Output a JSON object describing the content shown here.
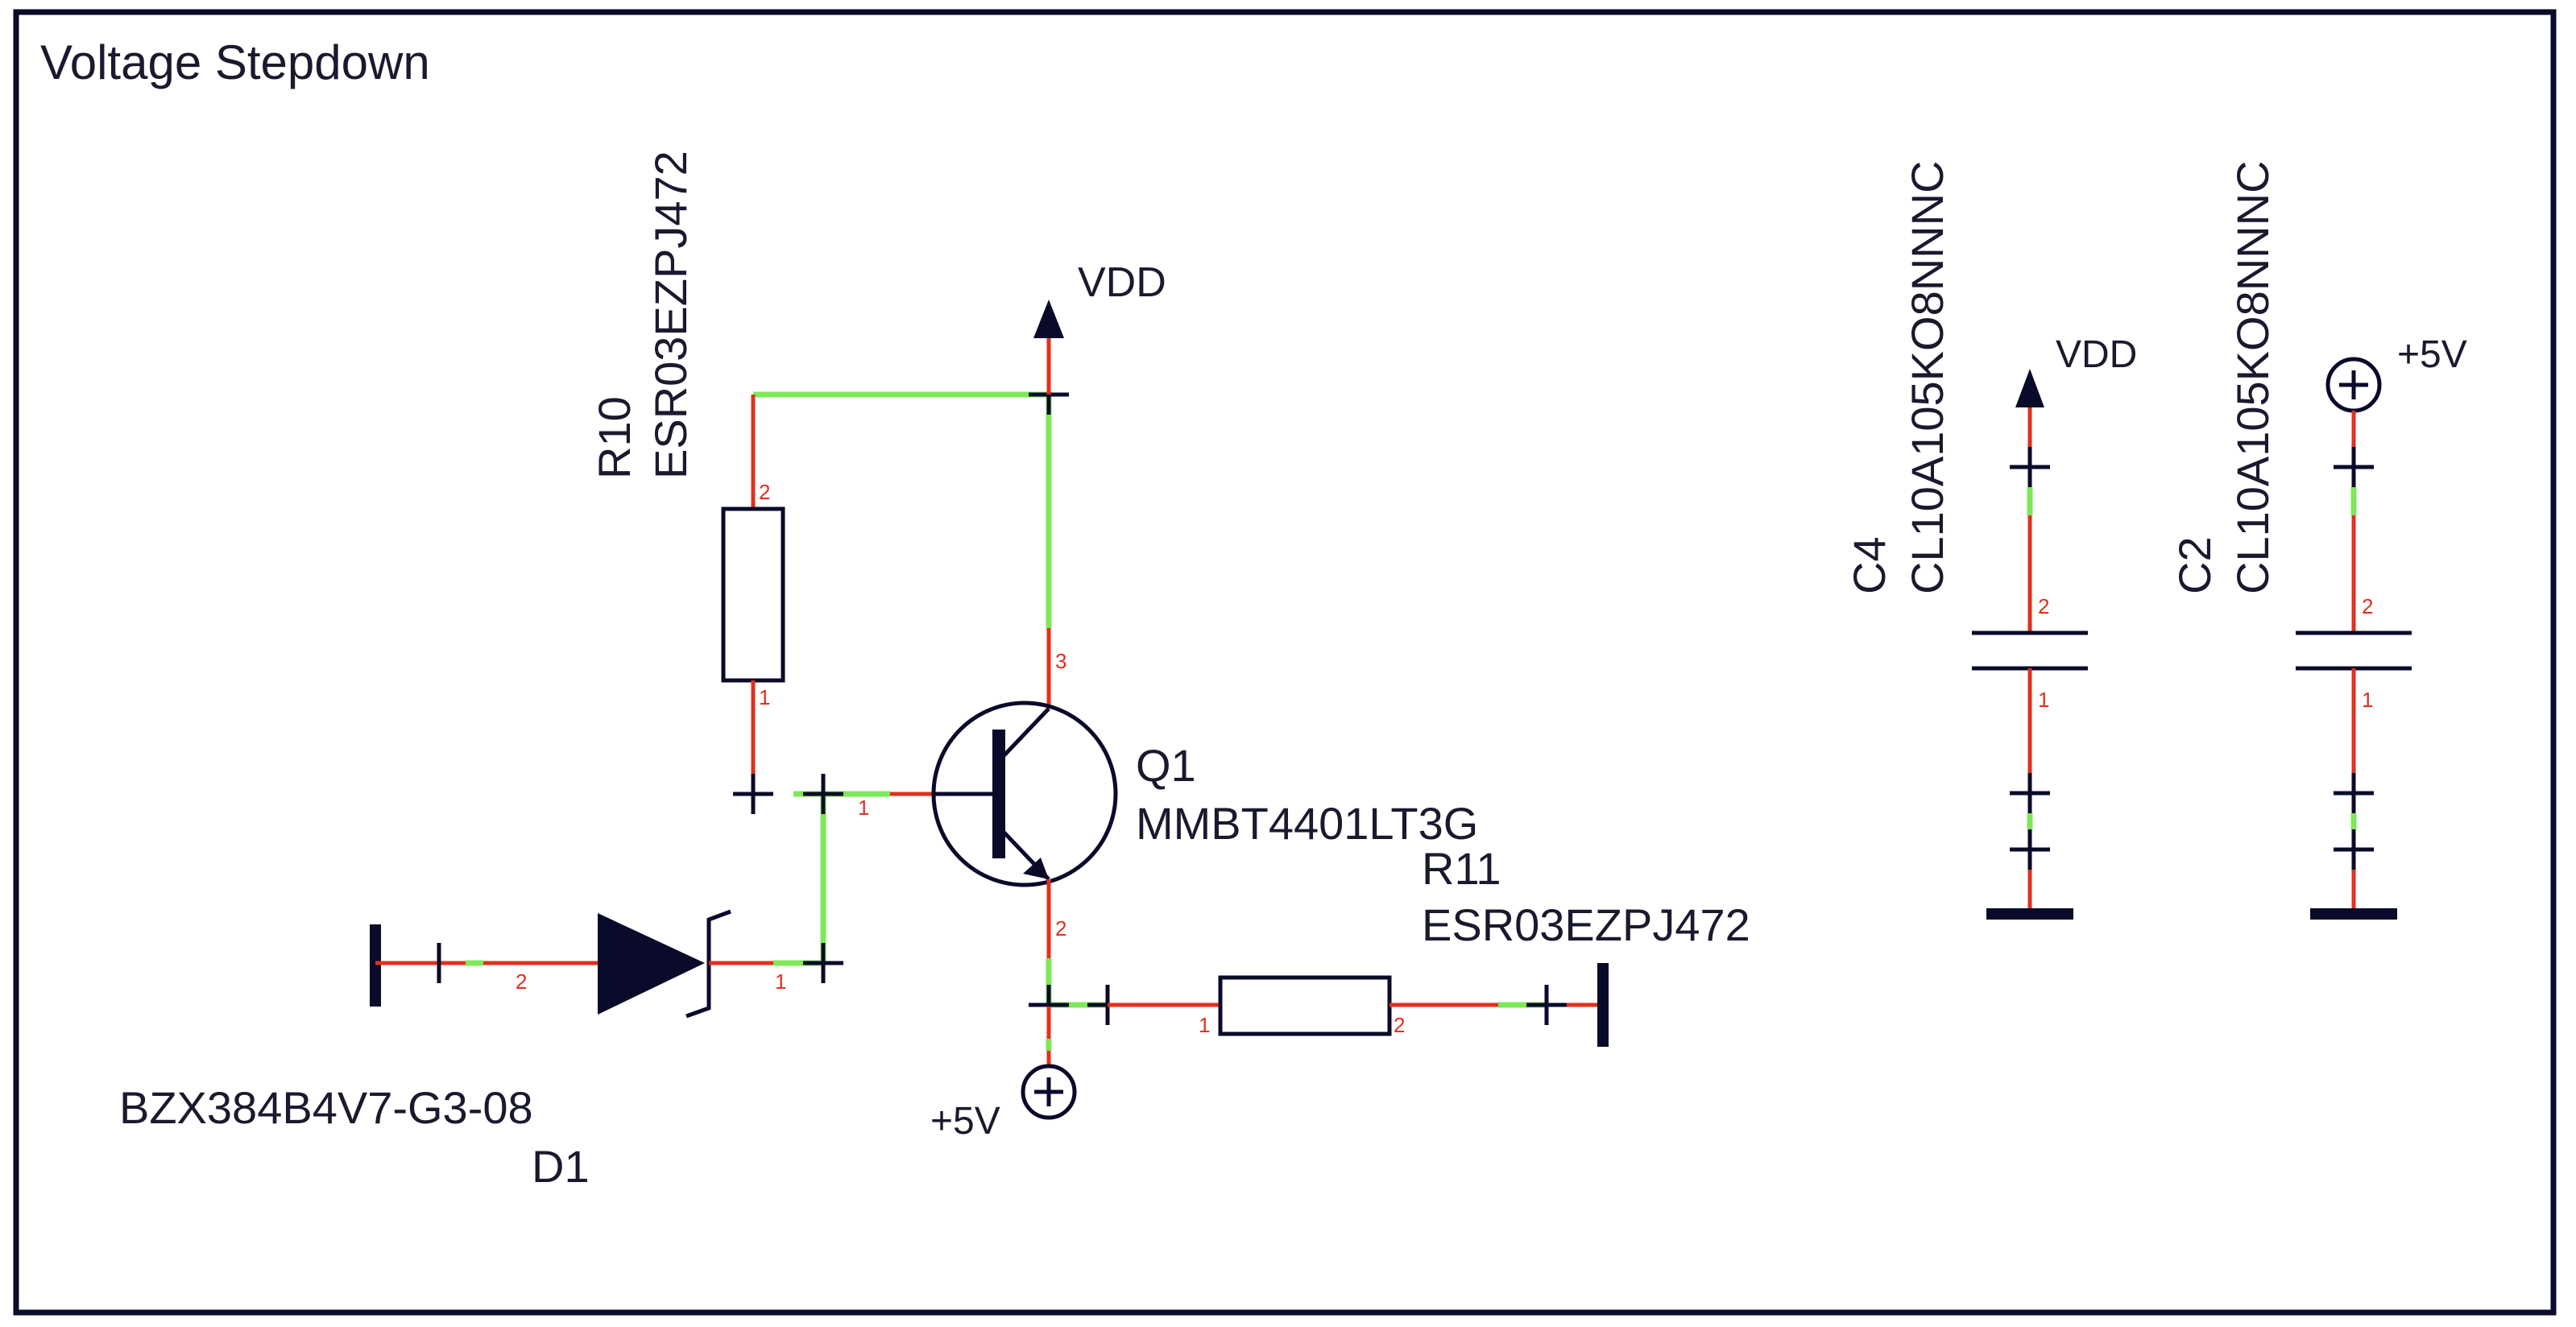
{
  "sheet": {
    "title": "Voltage Stepdown"
  },
  "components": {
    "r10": {
      "designator": "R10",
      "value": "ESR03EZPJ472",
      "pin_top": "2",
      "pin_bottom": "1"
    },
    "r11": {
      "designator": "R11",
      "value": "ESR03EZPJ472",
      "pin_left": "1",
      "pin_right": "2"
    },
    "q1": {
      "designator": "Q1",
      "value": "MMBT4401LT3G",
      "pin_base": "1",
      "pin_emitter": "2",
      "pin_collector": "3"
    },
    "d1": {
      "designator": "D1",
      "value": "BZX384B4V7-G3-08",
      "pin_anode": "2",
      "pin_cathode": "1"
    },
    "c4": {
      "designator": "C4",
      "value": "CL10A105KO8NNNC",
      "pin_top": "2",
      "pin_bottom": "1"
    },
    "c2": {
      "designator": "C2",
      "value": "CL10A105KO8NNNC",
      "pin_top": "2",
      "pin_bottom": "1"
    }
  },
  "power": {
    "vdd_main": "VDD",
    "vdd_c4": "VDD",
    "p5v_q1": "+5V",
    "p5v_c2": "+5V"
  },
  "colors": {
    "pin_wire": "#e0301e",
    "net_wire": "#7ee85a",
    "symbol": "#0a0a2a"
  }
}
